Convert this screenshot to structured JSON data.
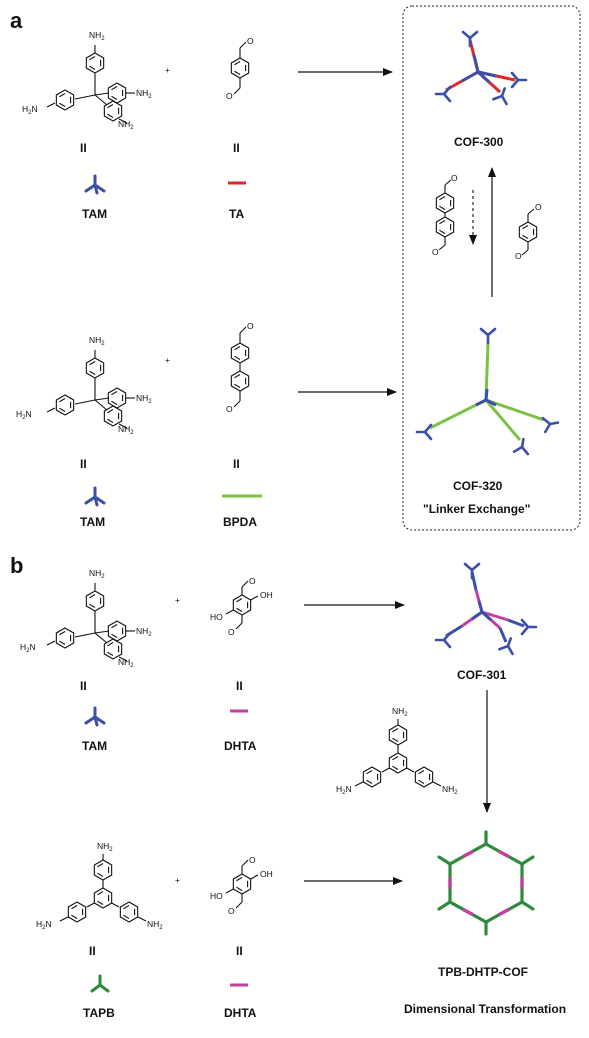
{
  "panels": {
    "a": {
      "letter": "a",
      "rows": [
        {
          "monomer1": "TAM",
          "monomer2": "TA",
          "equals": "II"
        },
        {
          "monomer1": "TAM",
          "monomer2": "BPDA",
          "equals": "II"
        }
      ],
      "box": {
        "top_product": "COF-300",
        "bottom_product": "COF-320",
        "caption": "\"Linker Exchange\""
      }
    },
    "b": {
      "letter": "b",
      "rows": [
        {
          "monomer1": "TAM",
          "monomer2": "DHTA",
          "equals": "II"
        },
        {
          "monomer1": "TAPB",
          "monomer2": "DHTA",
          "equals": "II"
        }
      ],
      "top_product": "COF-301",
      "bottom_product": "TPB-DHTP-COF",
      "caption": "Dimensional Transformation"
    }
  },
  "chem": {
    "nh2": "NH",
    "h2n": "H",
    "amine_n": "N",
    "sub2": "2",
    "oh": "OH",
    "ho": "HO",
    "o": "O",
    "plus": "+"
  },
  "colors": {
    "tam_node": "#3b4fa8",
    "tapb_node": "#2e8b3e",
    "ta_linker": "#e0262b",
    "bpda_linker": "#7cc242",
    "dhta_linker": "#c23fa3",
    "text": "#111111"
  }
}
